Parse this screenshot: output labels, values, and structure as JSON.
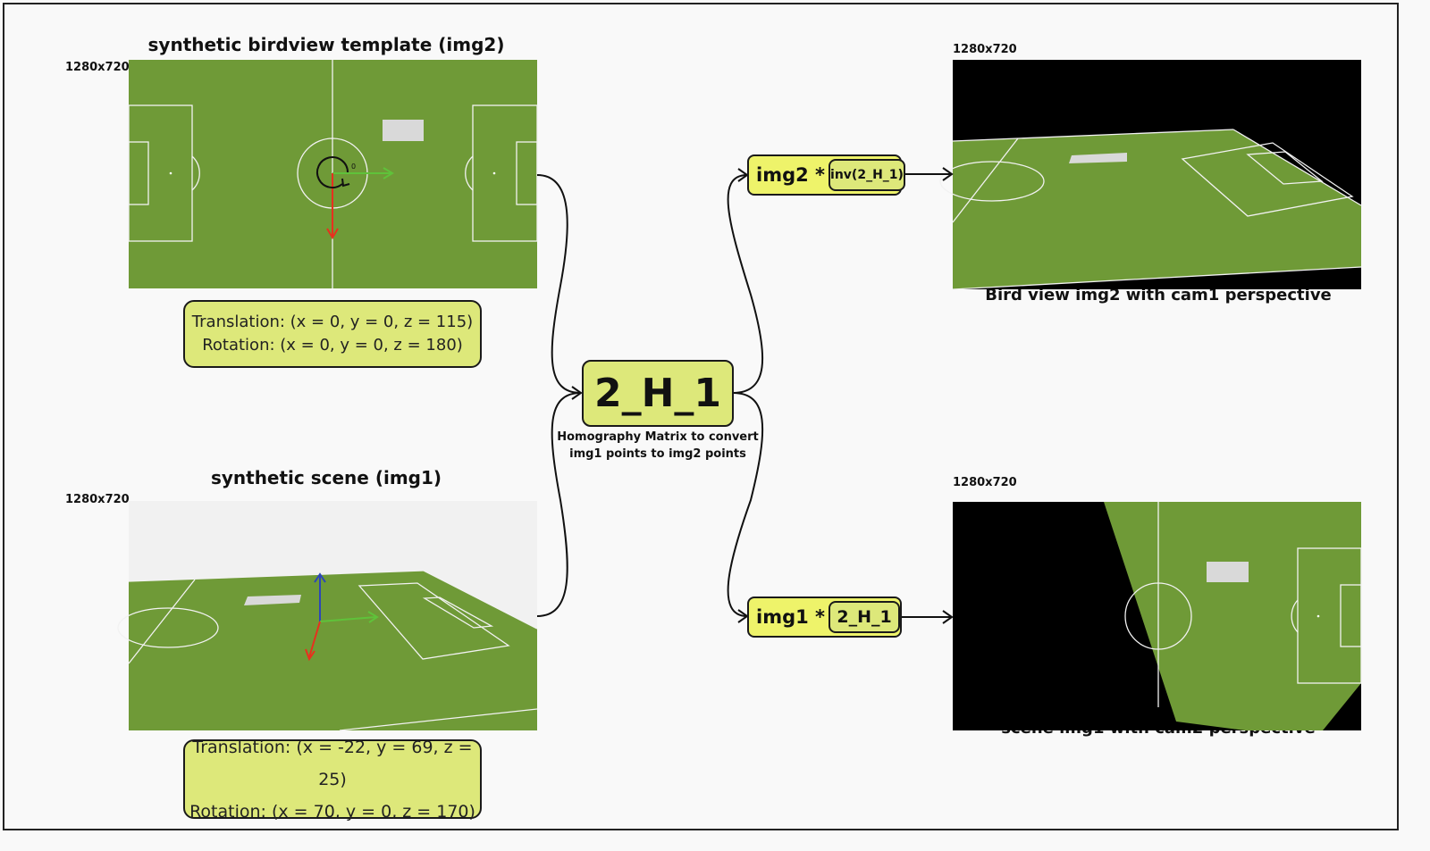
{
  "birdview": {
    "title": "synthetic birdview template (img2)",
    "resolution": "1280x720",
    "translation": "Translation: (x = 0, y = 0, z = 115)",
    "rotation": "Rotation: (x = 0, y = 0, z = 180)",
    "origin_label": "0"
  },
  "scene": {
    "title": "synthetic scene (img1)",
    "resolution": "1280x720",
    "translation": "Translation: (x = -22, y = 69, z = 25)",
    "rotation": "Rotation: (x = 70, y = 0, z = 170)"
  },
  "homography": {
    "label": "2_H_1",
    "description_line1": "Homography Matrix to convert",
    "description_line2": "img1 points to img2 points"
  },
  "op_top": {
    "left": "img2 *",
    "inner": "inv(2_H_1)"
  },
  "op_bottom": {
    "left": "img1 *",
    "inner": "2_H_1"
  },
  "result_top": {
    "resolution": "1280x720",
    "caption": "Bird view img2 with cam1 perspective"
  },
  "result_bottom": {
    "resolution": "1280x720",
    "caption": "scene img1 with cam2 perspective"
  },
  "colors": {
    "pitch": "#6f9a37",
    "line": "#f2f2f2",
    "box_fill": "#dde87a",
    "op_fill": "#eef36a",
    "axis_x": "#5fc23a",
    "axis_y": "#e8301e",
    "axis_z": "#2c46b8"
  }
}
